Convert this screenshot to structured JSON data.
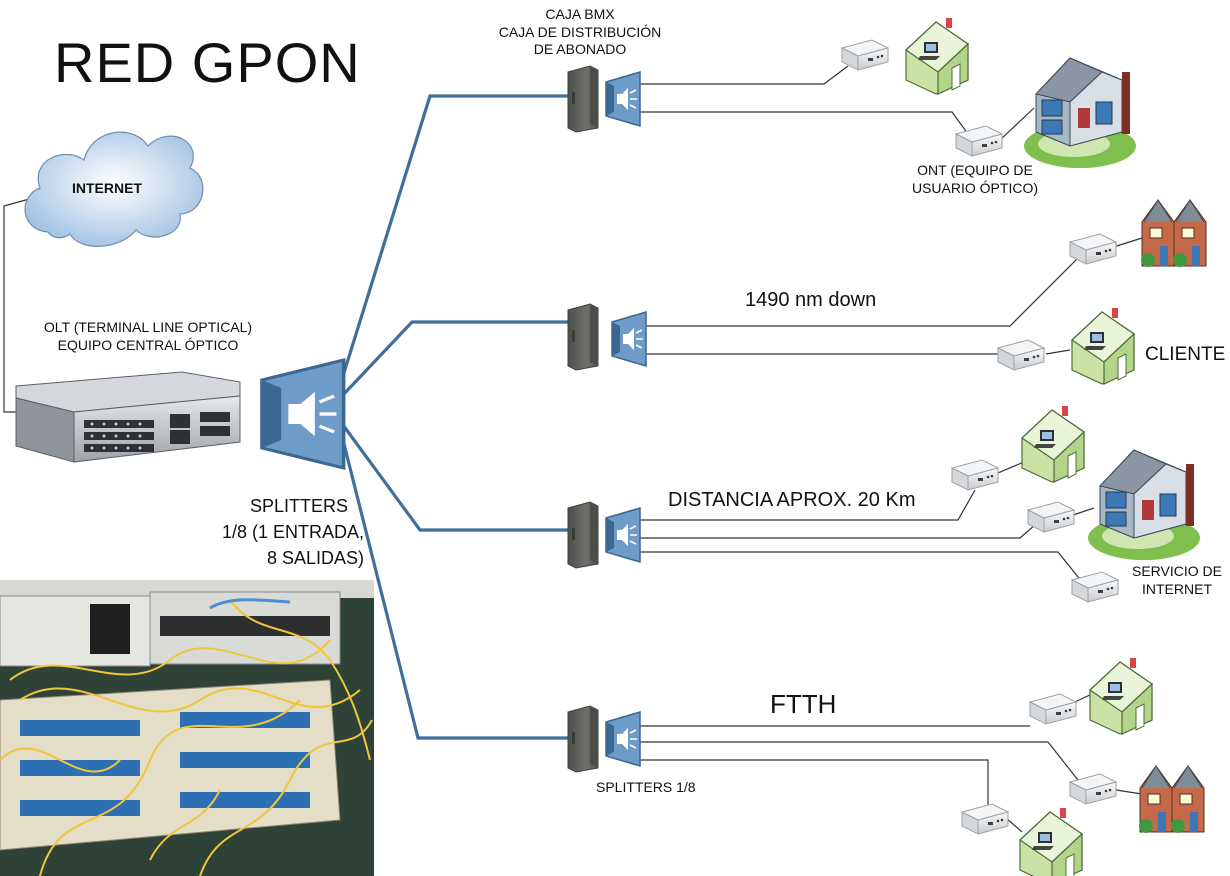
{
  "title": "RED GPON",
  "cloud_label": "INTERNET",
  "olt_label": [
    "OLT (TERMINAL LINE OPTICAL)",
    "EQUIPO CENTRAL ÓPTICO"
  ],
  "splitter_main_label": [
    "SPLITTERS",
    "1/8 (1 ENTRADA,",
    "8 SALIDAS)"
  ],
  "distribution_box_label": [
    "CAJA BMX",
    "CAJA DE DISTRIBUCIÓN",
    "DE ABONADO"
  ],
  "ont_label": [
    "ONT (EQUIPO DE",
    "USUARIO ÓPTICO)"
  ],
  "wavelength_label": "1490 nm down",
  "client_label": "CLIENTE",
  "distance_label": "DISTANCIA APROX. 20 Km",
  "internet_service_label": [
    "SERVICIO DE",
    "INTERNET"
  ],
  "ftth_label": "FTTH",
  "splitters_small_label": "SPLITTERS 1/8",
  "colors": {
    "fiber": "#3f6f9a",
    "drop_line": "#333333",
    "splitter_body": "#6f9bc9",
    "splitter_dark": "#3b6891",
    "box_gray": "#5f625d",
    "house_green": "#c9e3a6",
    "roof_green": "#8cbf5a",
    "cloud": "#b9d3ec",
    "rack_photo_bg": "#33493a",
    "fiber_yellow": "#f0c73a"
  },
  "icons": [
    "cloud-icon",
    "olt-chassis-icon",
    "splitter-icon",
    "distribution-box-icon",
    "ont-modem-icon",
    "house-icon",
    "rack-photo"
  ]
}
